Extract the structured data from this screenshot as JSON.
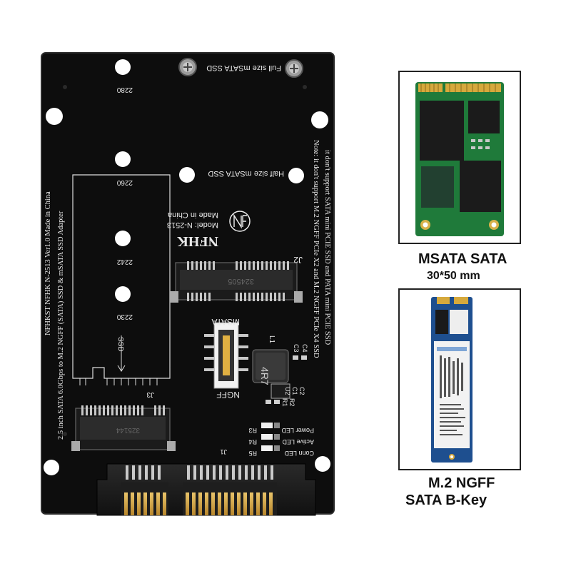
{
  "board": {
    "full_size_label": "Full size mSATA SSD",
    "half_size_label": "Half size mSATA SSD",
    "size_2280": "2280",
    "size_2260": "2260",
    "size_2242": "2242",
    "size_2230": "2230",
    "made_in": "Made in China",
    "model": "Model: N-2513",
    "brand": "NFHK",
    "j2": "J2",
    "j3": "J3",
    "j1": "J1",
    "l1": "L1",
    "inductor": "4R7",
    "msata_label": "MSATA",
    "ngff_label": "NGFF",
    "ssd_arrow": "SSD",
    "chip_mark": "324505",
    "chip_mark2": "325144",
    "c3": "C3",
    "c4": "C4",
    "u2": "U2",
    "c1": "C1",
    "c2": "C2",
    "r1": "R1",
    "r2": "R2",
    "r3": "R3",
    "r4": "R4",
    "r5": "R5",
    "power_led": "Power LED",
    "active_led": "Active LED",
    "conn_led": "Conn LED",
    "left_line1": "NFHKST NFHK N-2513 Ver1.0 Made in China",
    "left_line2": "2.5 inch SATA 6.0Gbps to M.2 NGFF (SATA) SSD & mSATA SSD Adapter",
    "right_line1": "Note: it don't support M.2 NGFF PCIe X2 and M.2 NGFF PCIe X4 SSD",
    "right_line2": "it don't support SATA mini PCIE SSD and PATA mini PCIE SSD"
  },
  "captions": {
    "msata_line1": "MSATA SATA",
    "msata_line2": "30*50 mm",
    "ngff_line1": "M.2 NGFF",
    "ngff_line2": "SATA B-Key"
  }
}
